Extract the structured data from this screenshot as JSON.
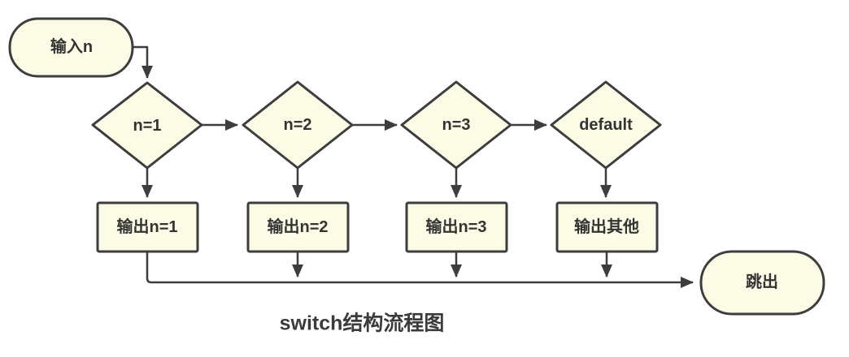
{
  "title": "switch结构流程图",
  "colors": {
    "background": "#FFFFFF",
    "shape_fill": "#FCFCE6",
    "shape_stroke": "#3D3D3D",
    "edge_stroke": "#3D3D3D",
    "text": "#333333"
  },
  "nodes": {
    "start": {
      "type": "terminator",
      "label": "输入n"
    },
    "cond1": {
      "type": "decision",
      "label": "n=1"
    },
    "cond2": {
      "type": "decision",
      "label": "n=2"
    },
    "cond3": {
      "type": "decision",
      "label": "n=3"
    },
    "cond_default": {
      "type": "decision",
      "label": "default"
    },
    "out1": {
      "type": "process",
      "label": "输出n=1"
    },
    "out2": {
      "type": "process",
      "label": "输出n=2"
    },
    "out3": {
      "type": "process",
      "label": "输出n=3"
    },
    "out_other": {
      "type": "process",
      "label": "输出其他"
    },
    "end": {
      "type": "terminator",
      "label": "跳出"
    }
  },
  "edges": [
    {
      "from": "start",
      "to": "cond1"
    },
    {
      "from": "cond1",
      "to": "cond2"
    },
    {
      "from": "cond2",
      "to": "cond3"
    },
    {
      "from": "cond3",
      "to": "cond_default"
    },
    {
      "from": "cond1",
      "to": "out1"
    },
    {
      "from": "cond2",
      "to": "out2"
    },
    {
      "from": "cond3",
      "to": "out3"
    },
    {
      "from": "cond_default",
      "to": "out_other"
    },
    {
      "from": "out1",
      "to": "end"
    },
    {
      "from": "out2",
      "to": "end"
    },
    {
      "from": "out3",
      "to": "end"
    },
    {
      "from": "out_other",
      "to": "end"
    }
  ]
}
